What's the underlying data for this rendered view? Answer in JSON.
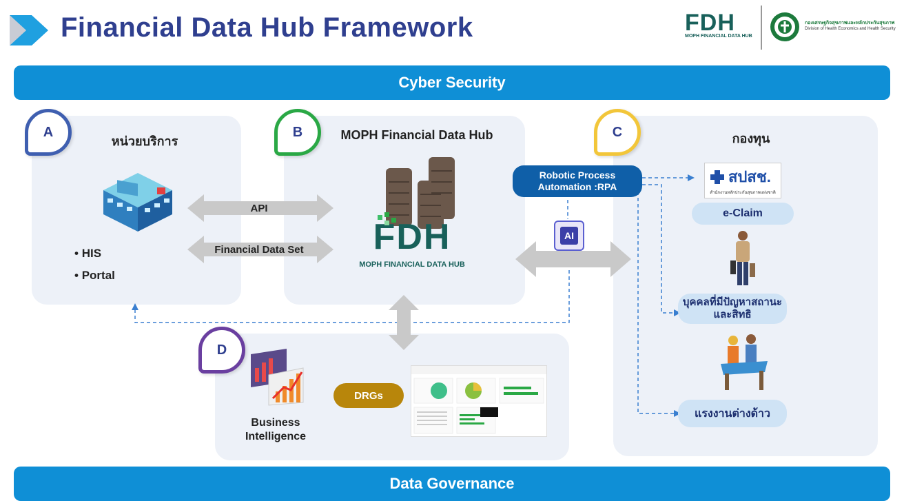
{
  "header": {
    "title": "Financial Data Hub Framework",
    "logo_fdh": "FDH",
    "logo_fdh_sub": "MOPH FINANCIAL DATA HUB",
    "org_name_th": "กองเศรษฐกิจสุขภาพและหลักประกันสุขภาพ",
    "org_name_en": "Division of Health Economics and Health Security"
  },
  "bars": {
    "top": "Cyber Security",
    "bottom": "Data Governance"
  },
  "panel_a": {
    "badge": "A",
    "title": "หน่วยบริการ",
    "bullets": [
      "HIS",
      "Portal"
    ]
  },
  "panel_b": {
    "badge": "B",
    "title": "MOPH Financial Data Hub",
    "logo": "FDH",
    "logo_sub": "MOPH FINANCIAL DATA HUB"
  },
  "arrows": {
    "api": "API",
    "financial_data_set": "Financial Data Set"
  },
  "rpa": {
    "label": "Robotic Process Automation :RPA",
    "ai": "AI"
  },
  "panel_c": {
    "badge": "C",
    "title": "กองทุน",
    "nhso_logo": "สปสช.",
    "nhso_sub": "สำนักงานหลักประกันสุขภาพแห่งชาติ",
    "items": [
      "e-Claim",
      "บุคคลที่มีปัญหาสถานะและสิทธิ",
      "แรงงานต่างด้าว"
    ]
  },
  "panel_d": {
    "badge": "D",
    "bi_label": "Business Intelligence",
    "drgs": "DRGs"
  },
  "colors": {
    "primary_blue": "#0f8fd6",
    "title_navy": "#2f3f8f",
    "badge_a": "#3f5fb0",
    "badge_b": "#2aa845",
    "badge_c": "#f2c63a",
    "badge_d": "#6a3fa0",
    "drgs_gold": "#b8860b",
    "fdh_green": "#18605a"
  }
}
